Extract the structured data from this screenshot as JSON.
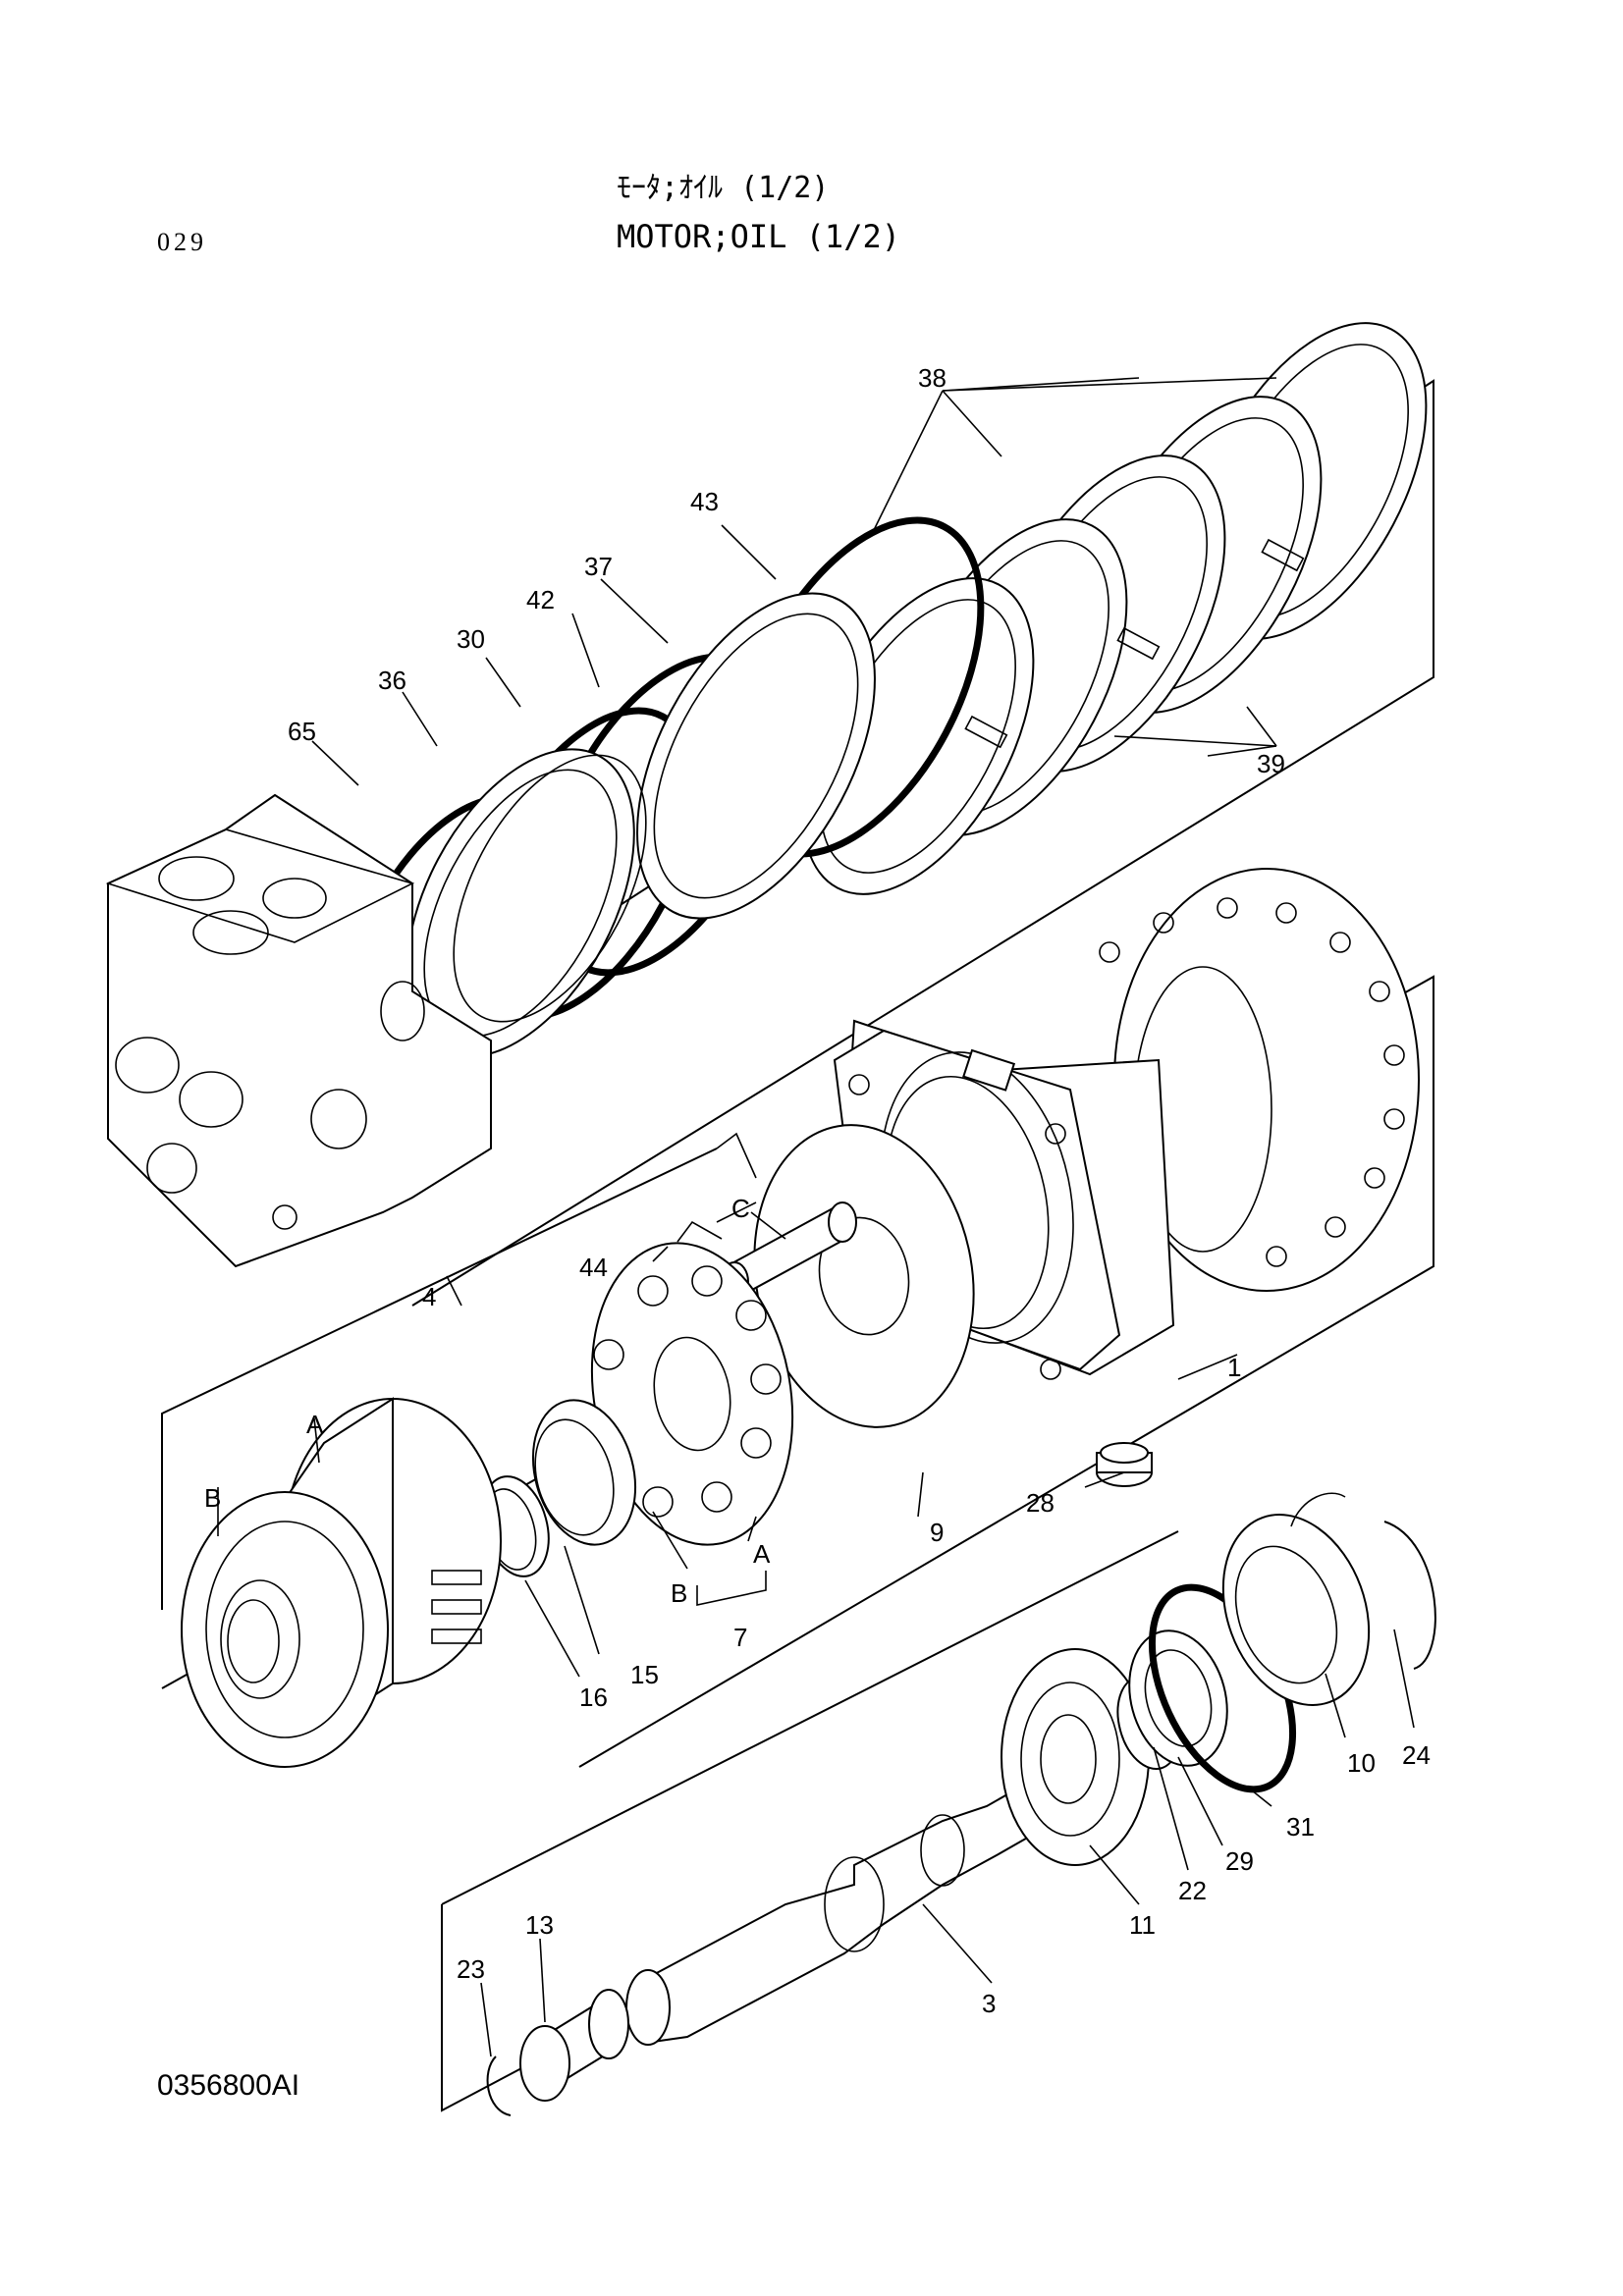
{
  "header": {
    "title_jp": "ﾓｰﾀ;ｵｲﾙ (1/2)",
    "title_en": "MOTOR;OIL (1/2)",
    "page_number": "029"
  },
  "footer": {
    "drawing_number": "0356800AI"
  },
  "callouts": {
    "p38": "38",
    "p43": "43",
    "p37": "37",
    "p42": "42",
    "p30": "30",
    "p36": "36",
    "p65": "65",
    "p39": "39",
    "p44": "44",
    "p4": "4",
    "pC": "C",
    "pA_top": "A",
    "pB_left": "B",
    "p1": "1",
    "p28": "28",
    "p9": "9",
    "pA_plate": "A",
    "pB_plate": "B",
    "p7": "7",
    "p15": "15",
    "p16": "16",
    "p24": "24",
    "p10": "10",
    "p31": "31",
    "p29": "29",
    "p22": "22",
    "p11": "11",
    "p3": "3",
    "p13": "13",
    "p23": "23"
  }
}
